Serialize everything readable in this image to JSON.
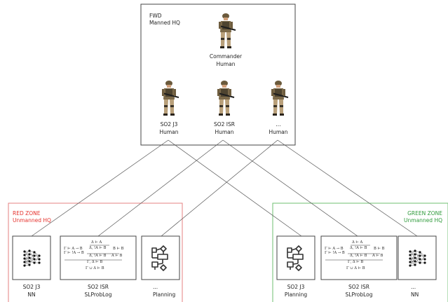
{
  "hq": {
    "title_line1": "FWD",
    "title_line2": "Manned HQ",
    "commander": {
      "role": "Commander",
      "type": "Human"
    },
    "staff": [
      {
        "role": "SO2 J3",
        "type": "Human"
      },
      {
        "role": "SO2 ISR",
        "type": "Human"
      },
      {
        "role": "...",
        "type": "Human"
      }
    ]
  },
  "red_zone": {
    "title_line1": "RED ZONE",
    "title_line2": "Unmanned HQ",
    "color": "#e5322d",
    "agents": [
      {
        "role": "SO2 J3",
        "type": "NN",
        "icon": "neural-network-icon"
      },
      {
        "role": "SO2 ISR",
        "type": "SLProbLog",
        "icon": "logic-proof-icon"
      },
      {
        "role": "...",
        "type": "Planning",
        "icon": "flowchart-icon"
      }
    ]
  },
  "green_zone": {
    "title_line1": "GREEN ZONE",
    "title_line2": "Unmanned HQ",
    "color": "#2e9a3a",
    "agents": [
      {
        "role": "SO2 J3",
        "type": "Planning",
        "icon": "flowchart-icon"
      },
      {
        "role": "SO2 ISR",
        "type": "SLProbLog",
        "icon": "logic-proof-icon"
      },
      {
        "role": "...",
        "type": "NN",
        "icon": "neural-network-icon"
      }
    ]
  },
  "proof": {
    "top_line1": "Δ ⊢ A",
    "top_line2": "Δ, !A ⊢ B",
    "top_line3": "Δ, !A ⊢ B",
    "left_line1": "Γ ⊢ A → B",
    "left_line2": "Γ ⊢ !A → B",
    "right_line1": "B ⊢ B",
    "right_line2": "A ⊢ B",
    "bottom_line1": "Γ, Δ ⊢ B",
    "bottom_line2": "Γ ∪ Δ ⊢ B"
  }
}
